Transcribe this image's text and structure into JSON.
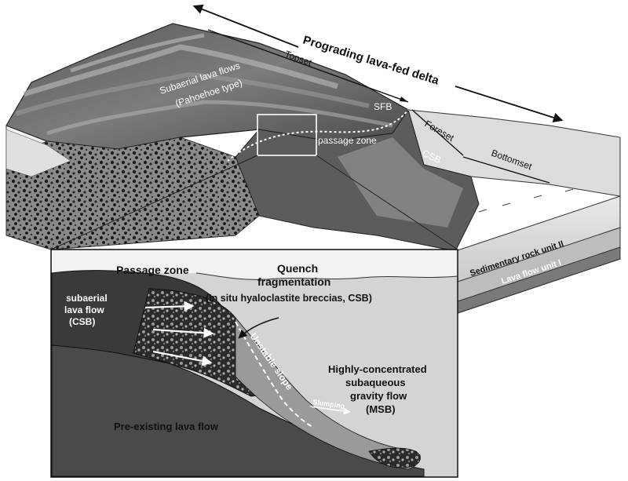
{
  "title": "Prograding lava-fed delta",
  "block": {
    "topset": "Topset",
    "foreset": "Foreset",
    "bottomset": "Bottomset",
    "subaerial_line1": "Subaerial lava flows",
    "subaerial_line2": "(Pahoehoe type)",
    "sfb": "SFB",
    "csb": "CSB",
    "msb": "MSB",
    "passage_zone": "passage zone",
    "sed_unit": "Sedimentary rock unit II",
    "lava_unit": "Lava flow unit I"
  },
  "inset": {
    "passage_zone": "Passage zone",
    "quench_line1": "Quench",
    "quench_line2": "fragmentation",
    "quench_line3": "(In situ hyaloclastite breccias, CSB)",
    "subaerial_line1": "subaerial",
    "subaerial_line2": "lava flow",
    "subaerial_line3": "(CSB)",
    "unstable_slope": "Unstable slope",
    "slumping": "Slumping",
    "gravity_line1": "Highly-concentrated",
    "gravity_line2": "subaqueous",
    "gravity_line3": "gravity flow",
    "gravity_line4": "(MSB)",
    "pre_existing": "Pre-existing lava flow"
  },
  "colors": {
    "lava_dark": "#3c3c3c",
    "lava_mid": "#6e6e6e",
    "water_light": "#d4d4d4",
    "sediment": "#bdbdbd",
    "ink": "#111111"
  }
}
